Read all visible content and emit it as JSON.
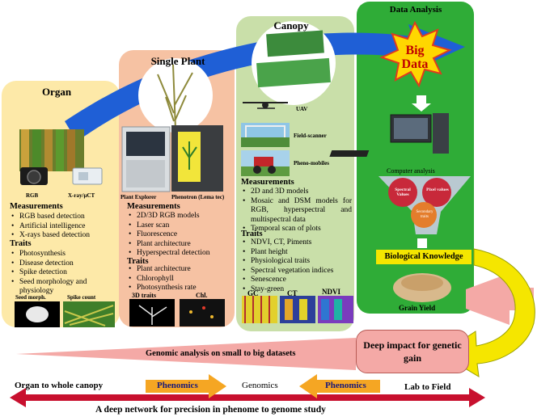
{
  "organ": {
    "title": "Organ",
    "img_labels": [
      "RGB",
      "X-ray/µCT"
    ],
    "measurements_heading": "Measurements",
    "measurements": [
      "RGB based detection",
      "Artificial intelligence",
      "X-rays based detection"
    ],
    "traits_heading": "Traits",
    "traits": [
      "Photosynthesis",
      "Disease detection",
      "Spike detection",
      "Seed morphology and physiology"
    ],
    "bottom_labels": [
      "Seed morph.",
      "Spike count"
    ]
  },
  "single_plant": {
    "title": "Single Plant",
    "device_labels": [
      "Plant Explorer",
      "Phenotron (Lema tec)"
    ],
    "measurements_heading": "Measurements",
    "measurements": [
      "2D/3D RGB models",
      "Laser scan",
      "Fluorescence",
      "Plant architecture",
      "Hyperspectral detection"
    ],
    "traits_heading": "Traits",
    "traits": [
      "Plant architecture",
      "Chlorophyll",
      "Photosynthesis rate"
    ],
    "bottom_labels": [
      "3D traits",
      "Chl."
    ]
  },
  "canopy": {
    "title": "Canopy",
    "platforms": [
      "UAV",
      "Field-scanner",
      "Pheno-mobiles"
    ],
    "measurements_heading": "Measurements",
    "measurements": [
      "2D and 3D models",
      "Mosaic and DSM models for RGB, hyperspectral and multispectral data",
      "Temporal scan of plots"
    ],
    "traits_heading": "Traits",
    "traits": [
      "NDVI, CT, Piments",
      "Plant height",
      "Physiological traits",
      "Spectral vegetation indices",
      "Senescence",
      "Stay-green"
    ],
    "bottom_labels": [
      "GC",
      "CT",
      "NDVI"
    ]
  },
  "data_analysis": {
    "title": "Data Analysis",
    "big_data": [
      "Big",
      "Data"
    ],
    "computer_label": "Computer analysis",
    "funnel_labels": [
      "Spectral Values",
      "Pixel values",
      "Secondary traits"
    ],
    "bio_knowledge": "Biological Knowledge",
    "grain_yield": "Grain Yield"
  },
  "impact": {
    "deep_impact": "Deep impact for genetic gain",
    "genomic_analysis": "Genomic analysis on small to big datasets"
  },
  "bottom": {
    "left": "Organ to whole canopy",
    "phenomics_1": "Phenomics",
    "genomics": "Genomics",
    "phenomics_2": "Phenomics",
    "right": "Lab to Field",
    "caption": "A deep network for precision in phenome to genome study"
  },
  "colors": {
    "organ_bg": "#fde9a8",
    "single_bg": "#f6c2a3",
    "canopy_bg": "#c9dfa9",
    "analysis_bg": "#2fac37",
    "big_arrow": "#1f5fd6",
    "impact_bg": "#f4a9a6",
    "yellow_arrow": "#f5e600",
    "red_arrow": "#c8102e",
    "phenomics_arrow": "#f5a623"
  }
}
